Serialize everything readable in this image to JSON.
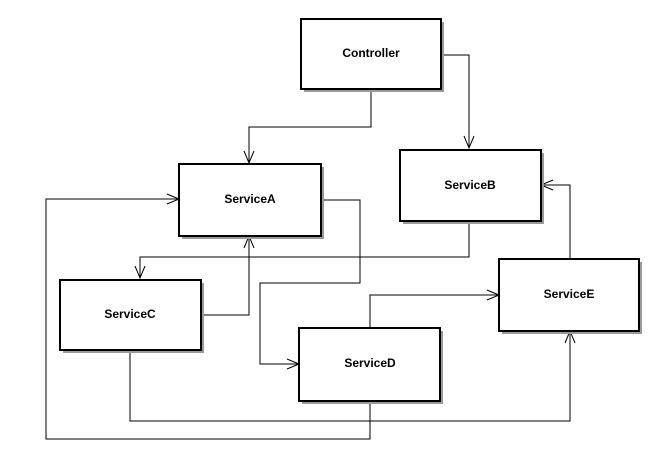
{
  "diagram": {
    "nodes": {
      "controller": "Controller",
      "service_a": "ServiceA",
      "service_b": "ServiceB",
      "service_c": "ServiceC",
      "service_d": "ServiceD",
      "service_e": "ServiceE"
    },
    "edges": [
      {
        "from": "Controller",
        "to": "ServiceA"
      },
      {
        "from": "Controller",
        "to": "ServiceB"
      },
      {
        "from": "ServiceA",
        "to": "ServiceD"
      },
      {
        "from": "ServiceB",
        "to": "ServiceC"
      },
      {
        "from": "ServiceC",
        "to": "ServiceA"
      },
      {
        "from": "ServiceC",
        "to": "ServiceE"
      },
      {
        "from": "ServiceD",
        "to": "ServiceA"
      },
      {
        "from": "ServiceD",
        "to": "ServiceE"
      },
      {
        "from": "ServiceE",
        "to": "ServiceB"
      }
    ]
  }
}
